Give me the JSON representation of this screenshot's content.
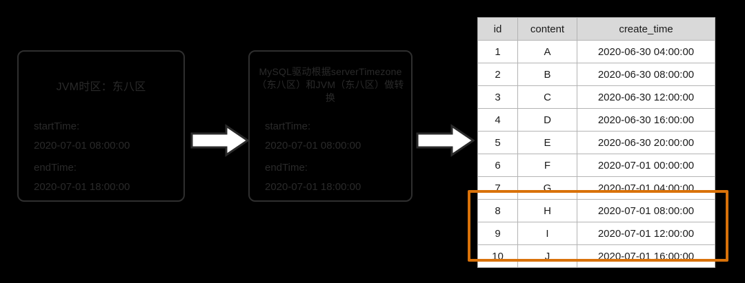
{
  "diagram": {
    "stages": [
      {
        "id": "jvm",
        "title": "JVM时区：东八区",
        "start_label": "startTime:",
        "start_value": "2020-07-01 08:00:00",
        "end_label": "endTime:",
        "end_value": "2020-07-01 18:00:00"
      },
      {
        "id": "mysql-driver",
        "title": "MySQL驱动根据serverTimezone（东八区）和JVM（东八区）做转换",
        "start_label": "startTime:",
        "start_value": "2020-07-01 08:00:00",
        "end_label": "endTime:",
        "end_value": "2020-07-01 18:00:00"
      }
    ],
    "arrows": [
      {
        "name": "arrow-jvm-to-driver",
        "direction": "right"
      },
      {
        "name": "arrow-driver-to-table",
        "direction": "right"
      }
    ],
    "highlight": {
      "color": "#d9720a",
      "covers_rows": [
        8,
        9,
        10
      ]
    }
  },
  "table": {
    "columns": [
      "id",
      "content",
      "create_time"
    ],
    "rows": [
      {
        "id": "1",
        "content": "A",
        "create_time": "2020-06-30 04:00:00"
      },
      {
        "id": "2",
        "content": "B",
        "create_time": "2020-06-30 08:00:00"
      },
      {
        "id": "3",
        "content": "C",
        "create_time": "2020-06-30 12:00:00"
      },
      {
        "id": "4",
        "content": "D",
        "create_time": "2020-06-30 16:00:00"
      },
      {
        "id": "5",
        "content": "E",
        "create_time": "2020-06-30 20:00:00"
      },
      {
        "id": "6",
        "content": "F",
        "create_time": "2020-07-01 00:00:00"
      },
      {
        "id": "7",
        "content": "G",
        "create_time": "2020-07-01 04:00:00"
      },
      {
        "id": "8",
        "content": "H",
        "create_time": "2020-07-01 08:00:00"
      },
      {
        "id": "9",
        "content": "I",
        "create_time": "2020-07-01 12:00:00"
      },
      {
        "id": "10",
        "content": "J",
        "create_time": "2020-07-01 16:00:00"
      }
    ]
  },
  "colors": {
    "background": "#000000",
    "box_border": "#2f2f2f",
    "box_text": "#2a2a2a",
    "highlight": "#d9720a",
    "table_header_fill": "#d9d9d9"
  }
}
